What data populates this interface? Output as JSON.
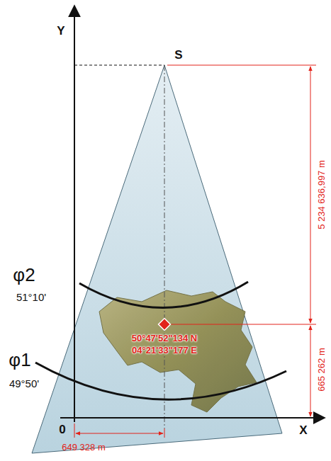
{
  "diagram": {
    "labels": [
      "Y",
      "S",
      "5 234 636,997 m",
      "φ2",
      "51°10'",
      "50°47'52\"134 N",
      "04°21'33\"177 E",
      "φ1",
      "49°50'",
      "665 262 m",
      "0",
      "X",
      "649 328 m"
    ]
  }
}
